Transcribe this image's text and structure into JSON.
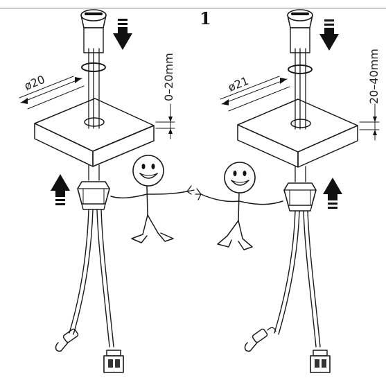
{
  "step_number": "1",
  "left_assembly": {
    "hole_diameter": "ø20",
    "thickness_range": "0–20mm"
  },
  "right_assembly": {
    "hole_diameter": "ø21",
    "thickness_range": "20–40mm"
  }
}
